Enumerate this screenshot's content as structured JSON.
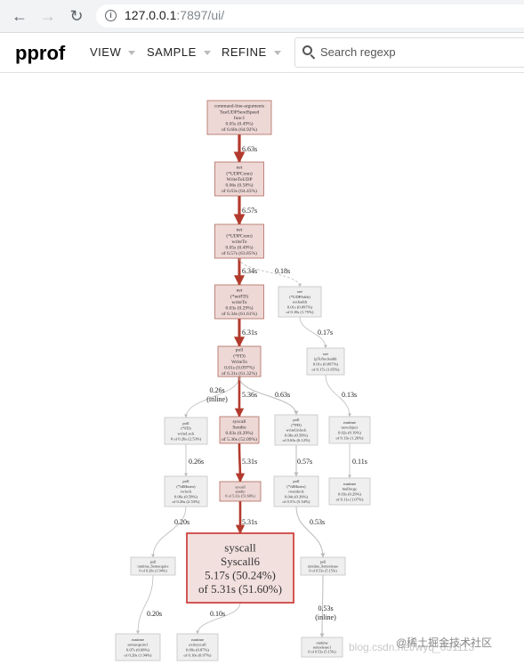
{
  "browser": {
    "url_host": "127.0.0.1",
    "url_path": ":7897/ui/"
  },
  "header": {
    "logo": "pprof",
    "menu": [
      "VIEW",
      "SAMPLE",
      "REFINE"
    ],
    "search_placeholder": "Search regexp"
  },
  "graph": {
    "nodes": [
      {
        "lines": [
          "command-line-arguments",
          "TestUDPSendSpeed",
          "func1",
          "0.05s (0.49%)",
          "of 6.68s (64.92%)"
        ]
      },
      {
        "lines": [
          "net",
          "(*UDPConn)",
          "WriteToUDP",
          "0.06s (0.58%)",
          "of 6.63s (64.43%)"
        ]
      },
      {
        "lines": [
          "net",
          "(*UDPConn)",
          "writeTo",
          "0.05s (0.49%)",
          "of 6.57s (63.85%)"
        ]
      },
      {
        "lines": [
          "net",
          "(*netFD)",
          "writeTo",
          "0.03s (0.29%)",
          "of 6.34s (61.61%)"
        ]
      },
      {
        "lines": [
          "net",
          "(*UDPAddr)",
          "sockaddr",
          "0.01s (0.097%)",
          "of 0.18s (1.75%)"
        ]
      },
      {
        "lines": [
          "poll",
          "(*FD)",
          "WriteTo",
          "0.01s (0.097%)",
          "of 6.31s (61.32%)"
        ]
      },
      {
        "lines": [
          "net",
          "ipToSockaddr",
          "0.01s (0.097%)",
          "of 0.17s (1.65%)"
        ]
      },
      {
        "lines": [
          "poll",
          "(*FD)",
          "writeLock",
          "0 of 0.26s (2.53%)"
        ]
      },
      {
        "lines": [
          "syscall",
          "Sendto",
          "0.03s (0.29%)",
          "of 5.36s (52.09%)"
        ]
      },
      {
        "lines": [
          "poll",
          "(*FD)",
          "writeUnlock",
          "0.06s (0.58%)",
          "of 0.63s (6.12%)"
        ]
      },
      {
        "lines": [
          "runtime",
          "newobject",
          "0.02s (0.19%)",
          "of 0.13s (1.26%)"
        ]
      },
      {
        "lines": [
          "poll",
          "(*fdMutex)",
          "rwlock",
          "0.06s (0.58%)",
          "of 0.26s (2.53%)"
        ]
      },
      {
        "lines": [
          "syscall",
          "sendto",
          "0 of 5.31s (51.60%)"
        ]
      },
      {
        "lines": [
          "poll",
          "(*fdMutex)",
          "rwunlock",
          "0.04s (0.39%)",
          "of 0.57s (5.54%)"
        ]
      },
      {
        "lines": [
          "runtime",
          "mallocgc",
          "0.03s (0.29%)",
          "of 0.11s (1.07%)"
        ]
      },
      {
        "lines": [
          "poll",
          "runtime_Semacquire",
          "0 of 0.20s (1.94%)"
        ]
      },
      {
        "lines": [
          "syscall",
          "Syscall6",
          "5.17s (50.24%)",
          "of 5.31s (51.60%)"
        ]
      },
      {
        "lines": [
          "poll",
          "runtime_Semrelease",
          "0 of 0.53s (5.15%)"
        ]
      },
      {
        "lines": [
          "runtime",
          "semacquire1",
          "0.07s (0.68%)",
          "of 0.20s (1.94%)"
        ]
      },
      {
        "lines": [
          "runtime",
          "exitsyscall",
          "0.09s (0.87%)",
          "of 0.10s (0.97%)"
        ]
      },
      {
        "lines": [
          "runtime",
          "semrelease1",
          "0 of 0.53s (5.15%)"
        ]
      }
    ],
    "edges": [
      {
        "label": [
          "6.63s"
        ]
      },
      {
        "label": [
          "6.57s"
        ]
      },
      {
        "label": [
          "6.34s"
        ]
      },
      {
        "label": [
          "0.18s"
        ]
      },
      {
        "label": [
          "6.31s"
        ]
      },
      {
        "label": [
          "0.17s"
        ]
      },
      {
        "label": [
          "0.26s",
          "(inline)"
        ]
      },
      {
        "label": [
          "5.36s"
        ]
      },
      {
        "label": [
          "0.63s"
        ]
      },
      {
        "label": [
          "0.13s"
        ]
      },
      {
        "label": [
          "0.26s"
        ]
      },
      {
        "label": [
          "5.31s"
        ]
      },
      {
        "label": [
          "0.57s"
        ]
      },
      {
        "label": [
          "0.11s"
        ]
      },
      {
        "label": [
          "0.20s"
        ]
      },
      {
        "label": [
          "5.31s"
        ]
      },
      {
        "label": [
          "0.53s"
        ]
      },
      {
        "label": [
          "0.20s"
        ]
      },
      {
        "label": [
          "0.10s"
        ]
      },
      {
        "label": [
          "0.53s",
          "(inline)"
        ]
      }
    ]
  },
  "watermark": {
    "csdn": "blog.csdn.net/wyq_031113",
    "juejin": "@稀土掘金技术社区"
  }
}
